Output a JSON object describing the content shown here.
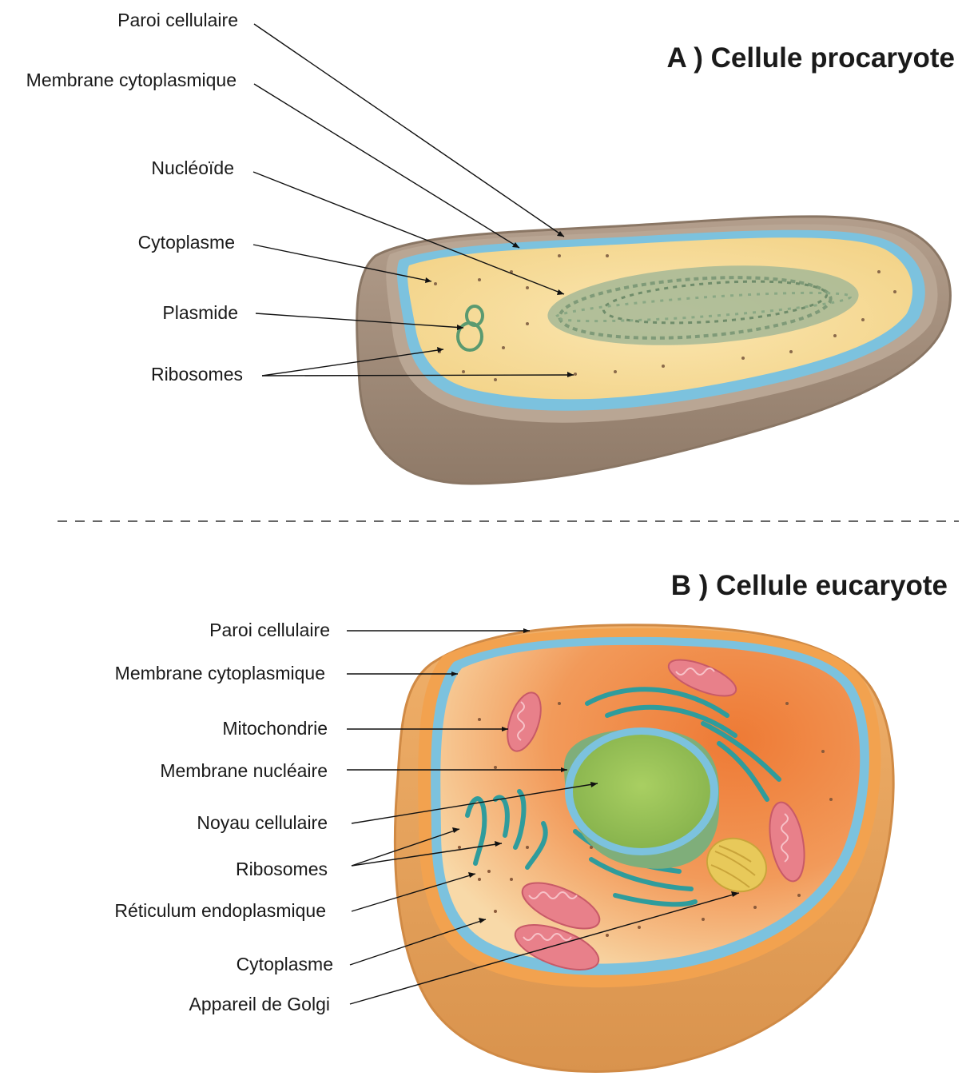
{
  "panel_a": {
    "title": "A ) Cellule procaryote",
    "labels": {
      "paroi": "Paroi cellulaire",
      "membrane": "Membrane cytoplasmique",
      "nucleoide": "Nucléoïde",
      "cytoplasme": "Cytoplasme",
      "plasmide": "Plasmide",
      "ribosomes": "Ribosomes"
    }
  },
  "panel_b": {
    "title": "B ) Cellule eucaryote",
    "labels": {
      "paroi": "Paroi cellulaire",
      "membrane": "Membrane cytoplasmique",
      "mitochondrie": "Mitochondrie",
      "membrane_nucleaire": "Membrane nucléaire",
      "noyau": "Noyau cellulaire",
      "ribosomes": "Ribosomes",
      "reticulum": "Réticulum endoplasmique",
      "cytoplasme": "Cytoplasme",
      "golgi": "Appareil de Golgi"
    }
  },
  "colors": {
    "wall_brown": "#a08a78",
    "membrane_blue": "#7cc2de",
    "prok_cytoplasm": "#f7dc9a",
    "nucleoid_green": "#9bb08a",
    "euk_outer": "#e9a55a",
    "euk_cytoplasm": "#f08a45",
    "nucleus_green": "#9cc25a",
    "mito_pink": "#e8808a",
    "er_teal": "#2f9c9c",
    "golgi_yellow": "#e8c95a"
  }
}
